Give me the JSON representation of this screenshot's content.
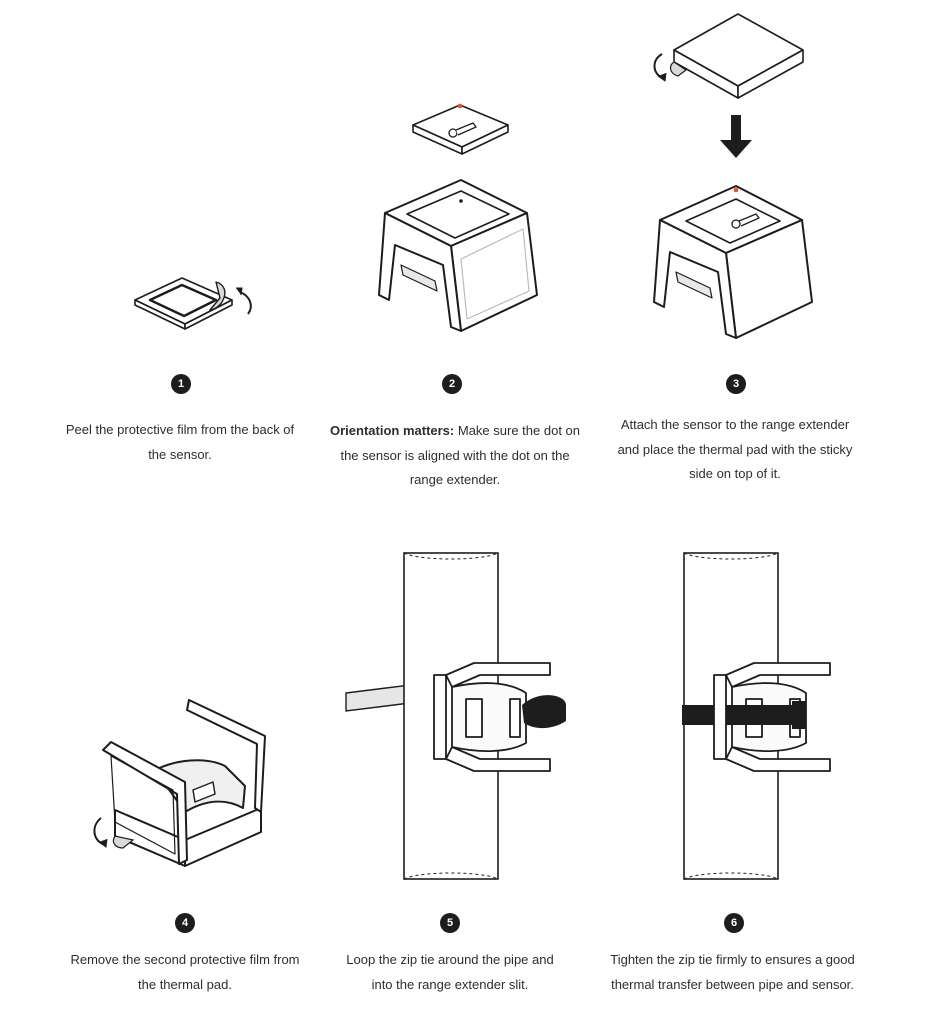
{
  "steps": [
    {
      "number": "1",
      "caption": "Peel the protective film from the back of the sensor."
    },
    {
      "number": "2",
      "caption_bold": "Orientation matters:",
      "caption": "Make sure the dot on the sensor is aligned with the dot on the range extender."
    },
    {
      "number": "3",
      "caption": "Attach the sensor to the range extender and place the thermal pad with the sticky side on top of it."
    },
    {
      "number": "4",
      "caption": "Remove the second protective film from the thermal pad."
    },
    {
      "number": "5",
      "caption": "Loop the zip tie around the pipe and into the range extender slit."
    },
    {
      "number": "6",
      "caption": "Tighten the zip tie firmly to ensures a good thermal transfer between pipe and sensor."
    }
  ],
  "colors": {
    "line": "#1d1d1d",
    "accent_dot": "#e2512a",
    "film": "#d9d9d9",
    "badge": "#1d1d1d"
  },
  "icons": [
    "sensor-icon",
    "range-extender-icon",
    "thermal-pad-icon",
    "pipe-icon",
    "zip-tie-icon",
    "rotate-arrow-icon",
    "down-arrow-icon",
    "thermometer-icon"
  ]
}
